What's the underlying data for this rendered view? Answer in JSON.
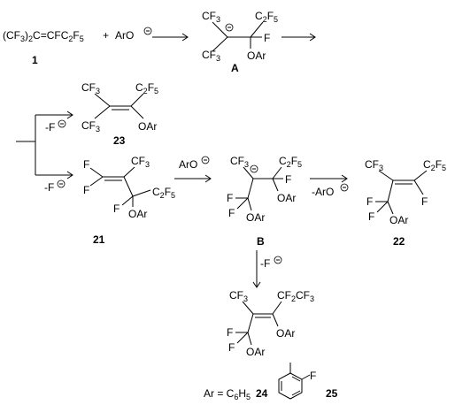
{
  "labels": {
    "start_reactant": "(CF3)2C=CFC2F5",
    "plus": "+",
    "aryloxide": "ArO",
    "cmp1": "1",
    "A": "A",
    "B": "B",
    "cmp21": "21",
    "cmp22": "22",
    "cmp23": "23",
    "minusF": "-F",
    "plusArO": "ArO",
    "minusArO": "-ArO",
    "ar_def_prefix": "Ar = C6H5",
    "cmp24": "24",
    "cmp25": "25"
  },
  "atoms": {
    "CF3": "CF3",
    "C2F5": "C2F5",
    "CF2CF3": "CF2CF3",
    "F": "F",
    "OAr": "OAr"
  }
}
